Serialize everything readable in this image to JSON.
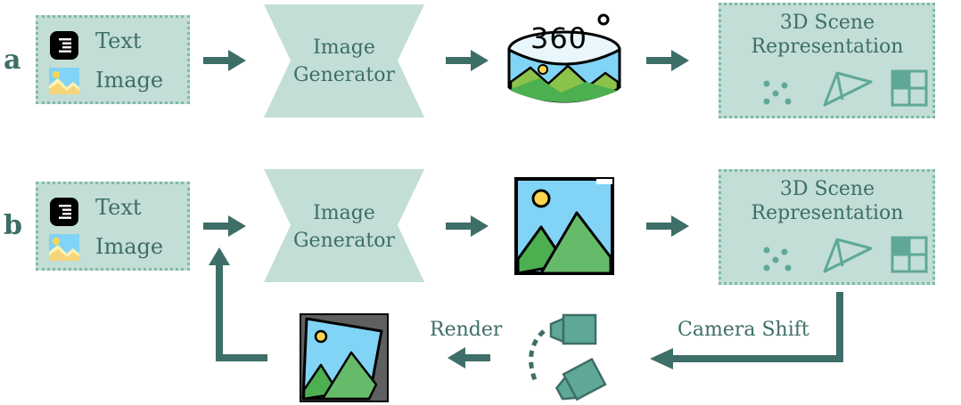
{
  "colors": {
    "dark_teal": "#3d6e67",
    "box_fill": "#c3ded6",
    "box_border": "#7fb9aa",
    "sky": "#81d4f5",
    "hill_green": "#4caf50",
    "sun": "#ffd54f"
  },
  "row_a": {
    "letter": "a",
    "inputs": {
      "text_label": "Text",
      "image_label": "Image",
      "text_icon": "text-lines-icon",
      "image_icon": "image-icon"
    },
    "generator": {
      "line1": "Image",
      "line2": "Generator"
    },
    "output_icon": "panorama-360-icon",
    "output_text": "360°",
    "scene": {
      "line1": "3D Scene",
      "line2": "Representation",
      "icons": [
        "point-cloud-icon",
        "mesh-icon",
        "voxel-grid-icon"
      ]
    }
  },
  "row_b": {
    "letter": "b",
    "inputs": {
      "text_label": "Text",
      "image_label": "Image",
      "text_icon": "text-lines-icon",
      "image_icon": "image-icon"
    },
    "generator": {
      "line1": "Image",
      "line2": "Generator"
    },
    "output_icon": "landscape-image-icon",
    "scene": {
      "line1": "3D Scene",
      "line2": "Representation",
      "icons": [
        "point-cloud-icon",
        "mesh-icon",
        "voxel-grid-icon"
      ]
    },
    "camera_shift_label": "Camera Shift",
    "render_label": "Render",
    "camera_icon": "video-camera-icon",
    "rendered_icon": "warped-image-icon"
  }
}
